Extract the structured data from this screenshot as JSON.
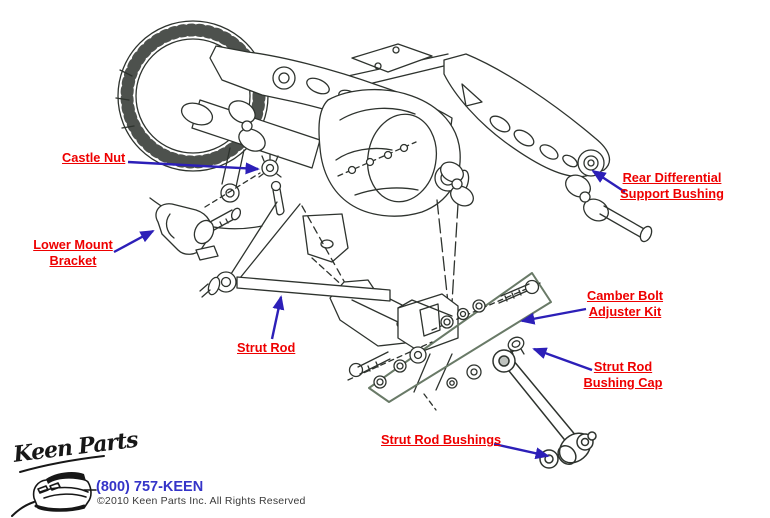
{
  "diagram": {
    "labels": [
      {
        "id": "castle-nut",
        "lines": [
          "Castle Nut"
        ]
      },
      {
        "id": "lower-mount-bracket",
        "lines": [
          "Lower Mount",
          "Bracket"
        ]
      },
      {
        "id": "strut-rod",
        "lines": [
          "Strut Rod"
        ]
      },
      {
        "id": "rear-differential-support-bushing",
        "lines": [
          "Rear Differential",
          "Support Bushing"
        ]
      },
      {
        "id": "camber-bolt-adjuster-kit",
        "lines": [
          "Camber Bolt",
          "Adjuster Kit"
        ]
      },
      {
        "id": "strut-rod-bushing-cap",
        "lines": [
          "Strut Rod",
          "Bushing Cap"
        ]
      },
      {
        "id": "strut-rod-bushings",
        "lines": [
          "Strut Rod Bushings"
        ]
      }
    ]
  },
  "footer": {
    "logo_script": "Keen Parts",
    "phone": "(800) 757-KEEN",
    "copyright": "©2010 Keen Parts Inc. All Rights Reserved"
  },
  "colors": {
    "label_red": "#ee0000",
    "arrow_blue": "#2c1fb8",
    "phone_blue": "#3534c8",
    "ink": "#2e332e",
    "kit_outline": "#697a67",
    "background": "#ffffff"
  }
}
